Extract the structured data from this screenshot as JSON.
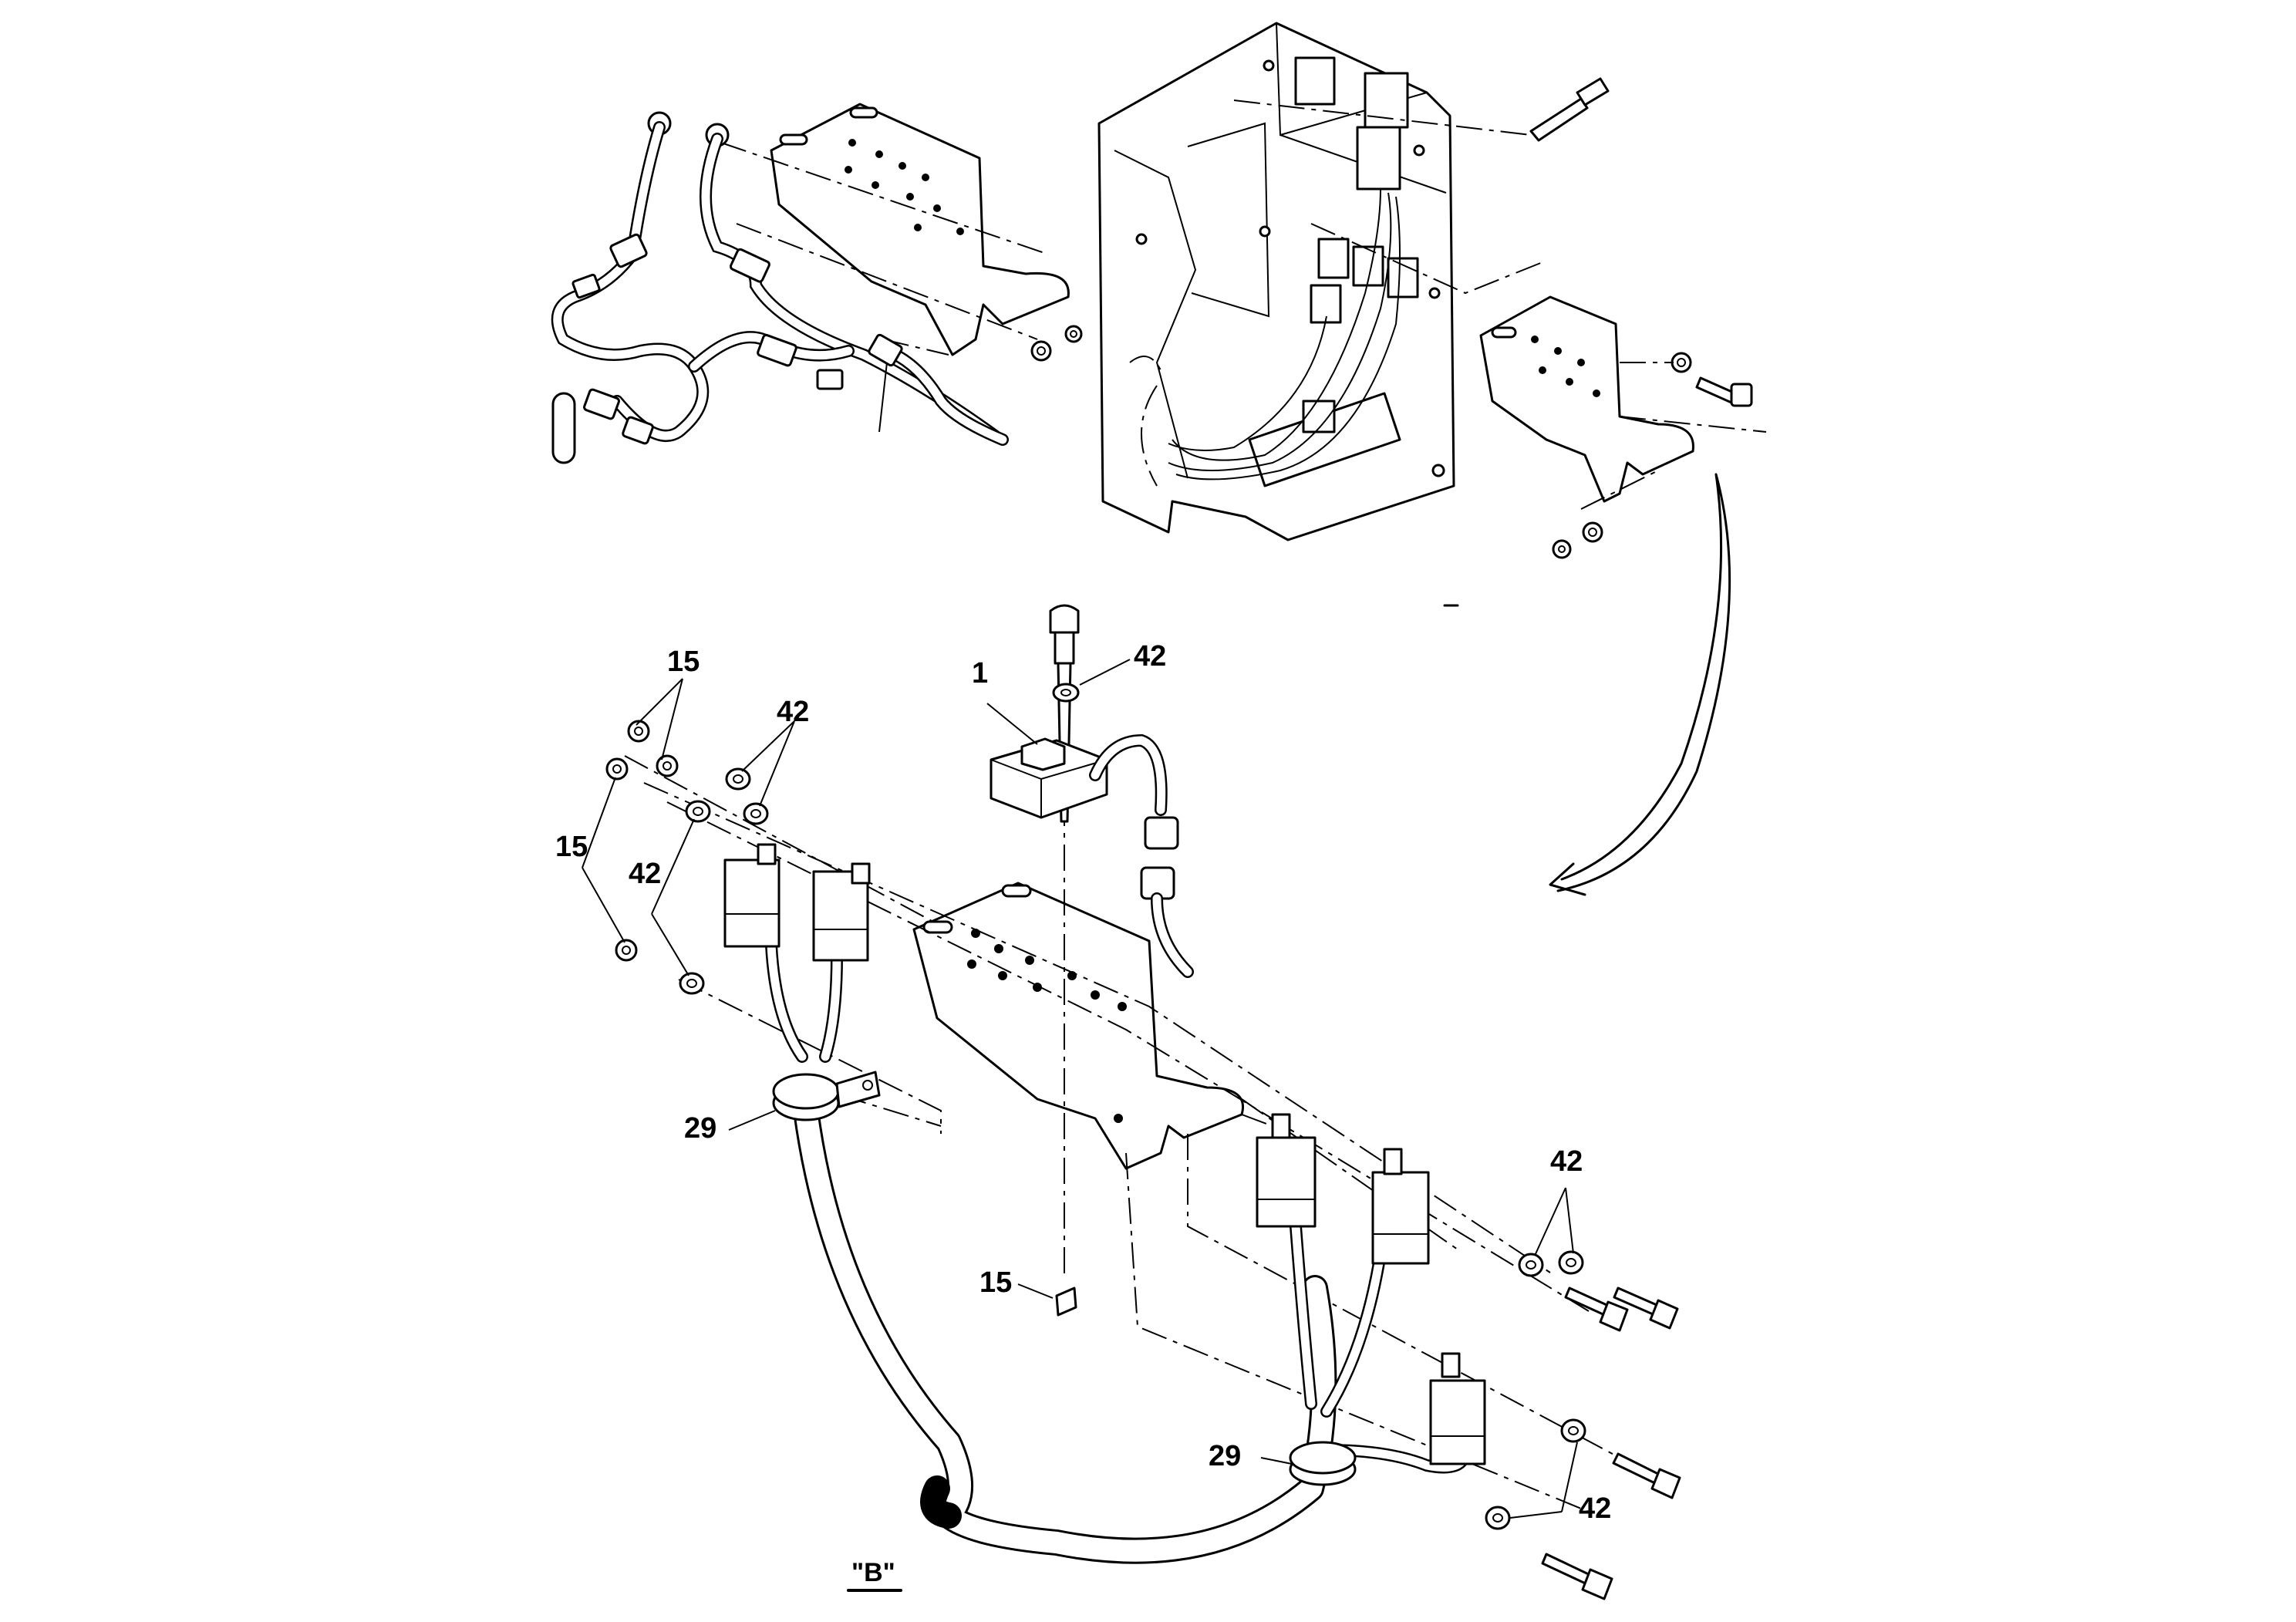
{
  "view_label": "\"B\"",
  "callouts": {
    "item_1": "1",
    "item_15": "15",
    "item_29": "29",
    "item_42": "42"
  },
  "colors": {
    "line": "#000000",
    "background": "#ffffff"
  }
}
